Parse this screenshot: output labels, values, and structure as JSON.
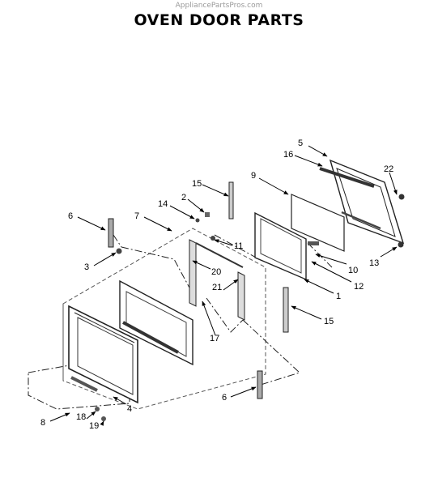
{
  "watermark": "AppliancePartsPros.com",
  "title": "OVEN DOOR PARTS",
  "callouts": [
    {
      "key": "c5",
      "text": "5"
    },
    {
      "key": "c16",
      "text": "16"
    },
    {
      "key": "c22",
      "text": "22"
    },
    {
      "key": "c9",
      "text": "9"
    },
    {
      "key": "c15a",
      "text": "15"
    },
    {
      "key": "c2",
      "text": "2"
    },
    {
      "key": "c14",
      "text": "14"
    },
    {
      "key": "c6a",
      "text": "6"
    },
    {
      "key": "c7",
      "text": "7"
    },
    {
      "key": "c11",
      "text": "11"
    },
    {
      "key": "c3",
      "text": "3"
    },
    {
      "key": "c20",
      "text": "20"
    },
    {
      "key": "c10",
      "text": "10"
    },
    {
      "key": "c13",
      "text": "13"
    },
    {
      "key": "c12",
      "text": "12"
    },
    {
      "key": "c21",
      "text": "21"
    },
    {
      "key": "c1",
      "text": "1"
    },
    {
      "key": "c15b",
      "text": "15"
    },
    {
      "key": "c17",
      "text": "17"
    },
    {
      "key": "c4",
      "text": "4"
    },
    {
      "key": "c6b",
      "text": "6"
    },
    {
      "key": "c8",
      "text": "8"
    },
    {
      "key": "c18",
      "text": "18"
    },
    {
      "key": "c19",
      "text": "19"
    }
  ]
}
